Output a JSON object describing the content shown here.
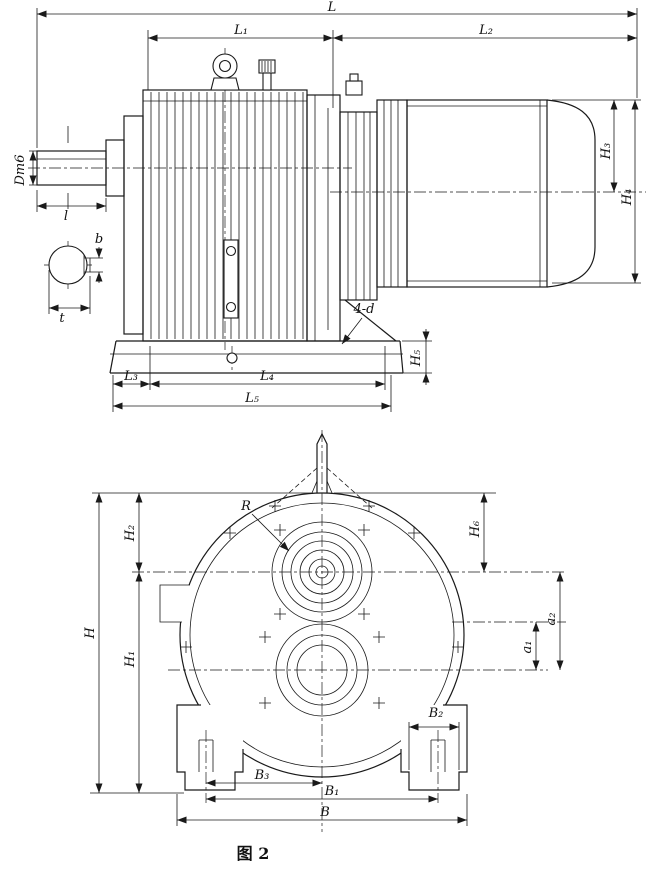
{
  "figure": {
    "caption": "图 2"
  },
  "side_view": {
    "labels": {
      "overall_length": "L",
      "gear_unit_length": "L₁",
      "motor_length": "L₂",
      "shaft_diameter": "Dm6",
      "shaft_length": "l",
      "key_width": "b",
      "key_depth": "t",
      "mounting_holes": "4-d",
      "base_height": "H₅",
      "base_edge_to_hole": "L₃",
      "base_hole_spacing": "L₄",
      "base_length": "L₅",
      "center_to_top": "H₃",
      "motor_overall_height": "H₄"
    }
  },
  "front_view": {
    "labels": {
      "radius": "R",
      "top_to_center": "H₂",
      "top_to_center_right": "H₆",
      "overall_height": "H",
      "center_height": "H₁",
      "center_distance_1": "a₁",
      "center_distance_2": "a₂",
      "foot_pad_width": "B₂",
      "center_to_hole": "B₃",
      "hole_spacing": "B₁",
      "base_width": "B"
    }
  }
}
